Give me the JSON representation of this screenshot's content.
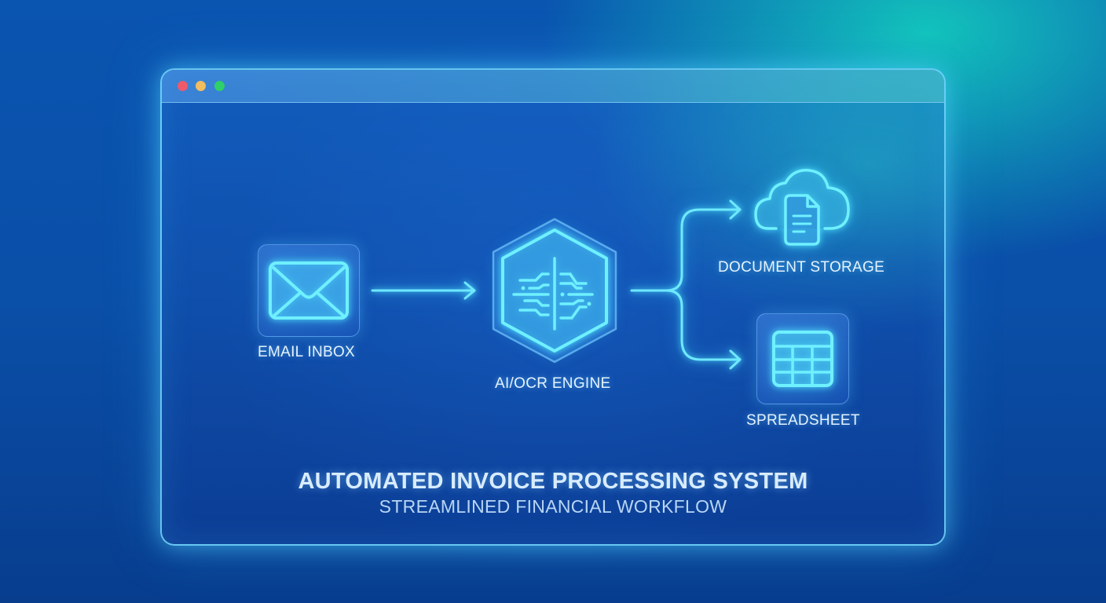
{
  "window": {
    "controls": [
      "close",
      "minimize",
      "maximize"
    ],
    "control_colors": {
      "close": "#ee5a6a",
      "minimize": "#f2bd5e",
      "maximize": "#2fcf6a"
    }
  },
  "diagram": {
    "nodes": [
      {
        "id": "email",
        "label": "EMAIL INBOX",
        "icon": "envelope-icon"
      },
      {
        "id": "engine",
        "label": "AI/OCR ENGINE",
        "icon": "ai-circuit-hexagon-icon"
      },
      {
        "id": "storage",
        "label": "DOCUMENT STORAGE",
        "icon": "cloud-document-icon"
      },
      {
        "id": "sheet",
        "label": "SPREADSHEET",
        "icon": "spreadsheet-grid-icon"
      }
    ],
    "edges": [
      {
        "from": "email",
        "to": "engine"
      },
      {
        "from": "engine",
        "to": "storage"
      },
      {
        "from": "engine",
        "to": "sheet"
      }
    ],
    "accent_color": "#5fe6ff"
  },
  "footer": {
    "title": "AUTOMATED INVOICE PROCESSING SYSTEM",
    "subtitle": "STREAMLINED FINANCIAL WORKFLOW"
  }
}
